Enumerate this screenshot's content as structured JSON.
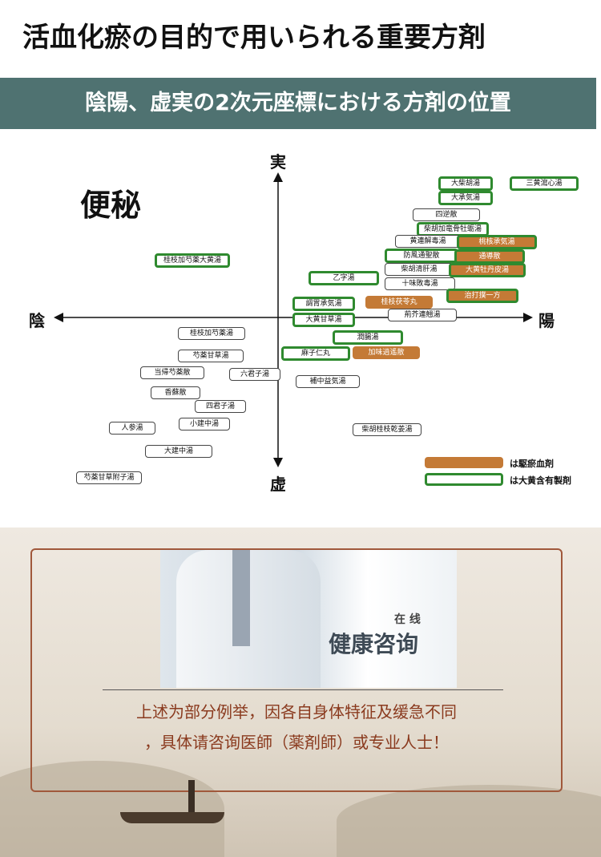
{
  "title": "活血化瘀の目的で用いられる重要方剤",
  "banner": "陰陽、虚実の2次元座標における方剤の位置",
  "diagram": {
    "axes": {
      "top": "実",
      "bottom": "虚",
      "left": "陰",
      "right": "陽"
    },
    "category": "便秘",
    "items": [
      {
        "label": "大柴胡湯",
        "green": true,
        "brown": false
      },
      {
        "label": "三黄瀉心湯",
        "green": true,
        "brown": false
      },
      {
        "label": "大承気湯",
        "green": true,
        "brown": false
      },
      {
        "label": "四逆散",
        "green": false,
        "brown": false
      },
      {
        "label": "柴胡加竜骨牡蛎湯",
        "green": true,
        "brown": false
      },
      {
        "label": "黄連解毒湯",
        "green": false,
        "brown": false
      },
      {
        "label": "桃核承気湯",
        "green": true,
        "brown": true
      },
      {
        "label": "防風通聖散",
        "green": true,
        "brown": false
      },
      {
        "label": "通導散",
        "green": true,
        "brown": true
      },
      {
        "label": "柴胡清肝湯",
        "green": false,
        "brown": false
      },
      {
        "label": "大黄牡丹皮湯",
        "green": true,
        "brown": true
      },
      {
        "label": "桂枝加芍薬大黄湯",
        "green": true,
        "brown": false
      },
      {
        "label": "乙字湯",
        "green": true,
        "brown": false
      },
      {
        "label": "十味敗毒湯",
        "green": false,
        "brown": false
      },
      {
        "label": "治打撲一方",
        "green": true,
        "brown": true
      },
      {
        "label": "調胃承気湯",
        "green": true,
        "brown": false
      },
      {
        "label": "桂枝茯苓丸",
        "green": false,
        "brown": true
      },
      {
        "label": "荊芥連翹湯",
        "green": false,
        "brown": false
      },
      {
        "label": "大黄甘草湯",
        "green": true,
        "brown": false
      },
      {
        "label": "桂枝加芍薬湯",
        "green": false,
        "brown": false
      },
      {
        "label": "潤腸湯",
        "green": true,
        "brown": false
      },
      {
        "label": "芍薬甘草湯",
        "green": false,
        "brown": false
      },
      {
        "label": "麻子仁丸",
        "green": true,
        "brown": false
      },
      {
        "label": "加味逍遙散",
        "green": false,
        "brown": true
      },
      {
        "label": "当帰芍薬散",
        "green": false,
        "brown": false
      },
      {
        "label": "六君子湯",
        "green": false,
        "brown": false
      },
      {
        "label": "補中益気湯",
        "green": false,
        "brown": false
      },
      {
        "label": "香蘇散",
        "green": false,
        "brown": false
      },
      {
        "label": "四君子湯",
        "green": false,
        "brown": false
      },
      {
        "label": "人参湯",
        "green": false,
        "brown": false
      },
      {
        "label": "小建中湯",
        "green": false,
        "brown": false
      },
      {
        "label": "柴胡桂枝乾姜湯",
        "green": false,
        "brown": false
      },
      {
        "label": "大建中湯",
        "green": false,
        "brown": false
      },
      {
        "label": "芍薬甘草附子湯",
        "green": false,
        "brown": false
      }
    ],
    "legend": [
      {
        "label": "は駆瘀血剤",
        "color": "#c47a36"
      },
      {
        "label": "は大黄含有製剤",
        "color": "#2f8a2f"
      }
    ]
  },
  "consult": {
    "small": "在 线",
    "big": "健康咨询",
    "note_line1": "上述为部分例举，因各自身体特征及缓急不同",
    "note_line2": "，具体请咨询医師（薬剤師）或专业人士！"
  }
}
